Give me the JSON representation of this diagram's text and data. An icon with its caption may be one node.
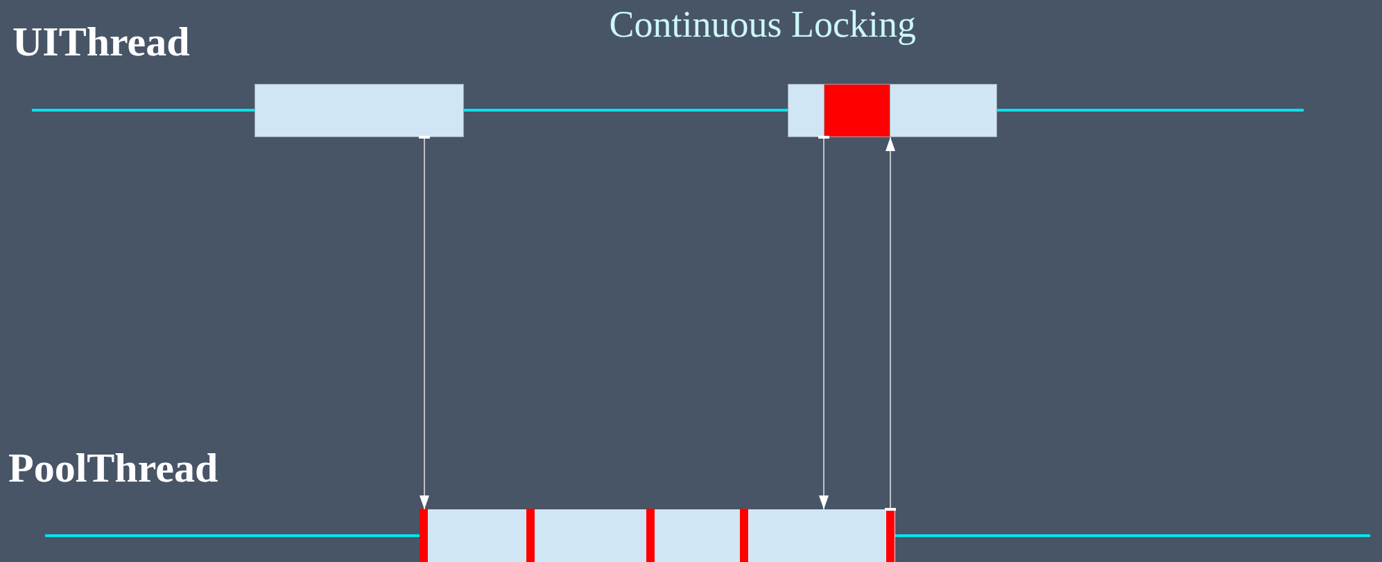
{
  "diagram": {
    "title": "Continuous Locking",
    "nodes": [
      {
        "text": [],
        "shape": "box"
      },
      {
        "text": [],
        "shape": "box"
      },
      {
        "text": [],
        "shape": "box",
        "in": 1
      },
      {
        "text": [],
        "shape": "bar"
      }
    ],
    "edges": [
      {
        "from": 0,
        "to": 3,
        "arrow": "to"
      },
      {
        "from": 1,
        "to": 3,
        "arrow": "to"
      },
      {
        "from": 3,
        "to": 2,
        "arrow": "to"
      }
    ],
    "labels": [
      "UIThread",
      "PoolThread"
    ]
  }
}
